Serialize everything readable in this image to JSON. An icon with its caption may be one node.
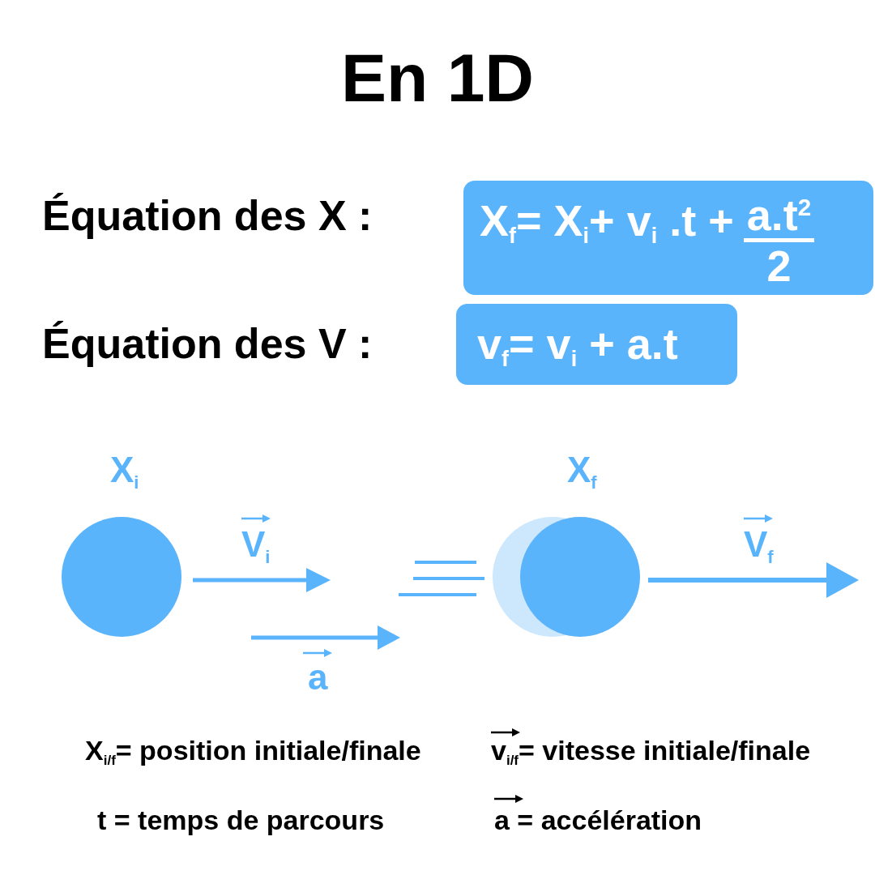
{
  "diagram": {
    "title": "En 1D",
    "nodes": [
      {
        "text": [
          "X$_{f}$= X$_{i}$+ v$_{i}$ .t +",
          "a.t$^{2}$",
          "2"
        ]
      },
      {
        "text": [
          "v$_{f}$= v$_{i}$ + a.t"
        ]
      }
    ],
    "labels": [
      "Équation des X :",
      "Équation des V :",
      "X$_{i}$",
      "X$_{f}$",
      "V$_{i}$",
      "V$_{f}$",
      "a",
      "X$_{i/f}$= position initiale/finale",
      "v$_{i/f}$= vitesse initiale/finale",
      "t = temps de parcours",
      "a = accélération"
    ]
  }
}
